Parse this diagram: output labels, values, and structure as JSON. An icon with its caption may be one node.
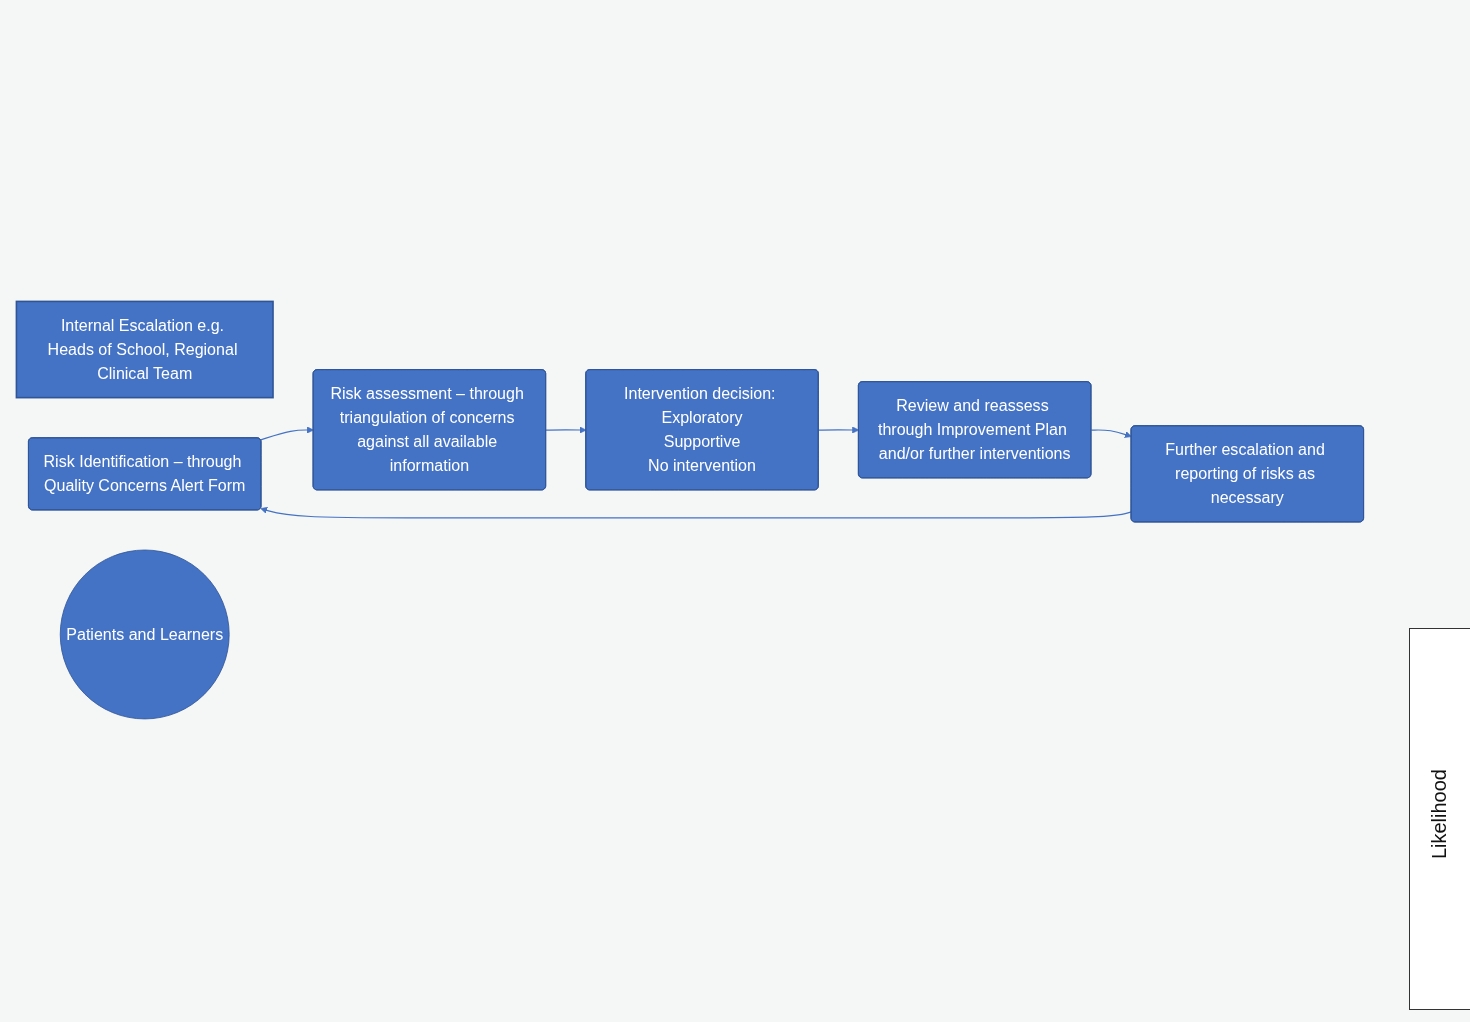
{
  "diagram": {
    "nodes": [
      {
        "text": [
          "Internal Escalation e.g. Heads of School, Regional Clinical Team"
        ]
      },
      {
        "text": [
          "Risk Identification – through Quality Concerns Alert Form"
        ]
      },
      {
        "text": [
          "Risk assessment – through triangulation of concerns against all available information"
        ]
      },
      {
        "text": [
          "Intervention decision: Exploratory",
          "Supportive",
          "No intervention"
        ]
      },
      {
        "text": [
          "Review and reassess through Improvement Plan and/or further interventions"
        ]
      },
      {
        "text": [
          "Further escalation and reporting of risks as necessary"
        ]
      },
      {
        "text": [
          "Patients and Learners"
        ]
      }
    ],
    "edges": [
      {
        "from": 1,
        "to": 2,
        "arrow": "to"
      },
      {
        "from": 2,
        "to": 3,
        "arrow": "to"
      },
      {
        "from": 3,
        "to": 4,
        "arrow": "to"
      },
      {
        "from": 4,
        "to": 5,
        "arrow": "to"
      },
      {
        "from": 5,
        "to": 1,
        "arrow": "to"
      }
    ],
    "labels": [
      "Likelihood"
    ]
  }
}
